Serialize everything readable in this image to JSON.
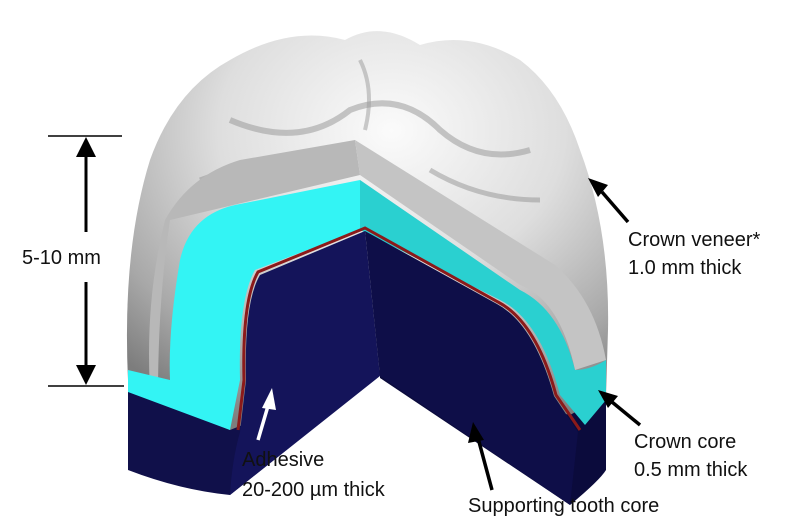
{
  "height_label": "5-10 mm",
  "crown_veneer": {
    "line1": "Crown veneer*",
    "line2": "1.0 mm thick"
  },
  "crown_core": {
    "line1": "Crown core",
    "line2": "0.5 mm thick"
  },
  "adhesive": {
    "line1": "Adhesive",
    "line2": "20-200 µm thick"
  },
  "supporting_core": {
    "line1": "Supporting tooth core"
  },
  "colors": {
    "veneer_light": "#f2f2f2",
    "veneer_mid": "#bdbdbd",
    "veneer_dark": "#7a7a7a",
    "crown_core": "#33f4f4",
    "crown_core_shadow": "#2ad0d0",
    "adhesive": "#8b1a1a",
    "tooth_core": "#14145a",
    "tooth_core_dark": "#0b0b3c",
    "tooth_core_side": "#10104a"
  }
}
